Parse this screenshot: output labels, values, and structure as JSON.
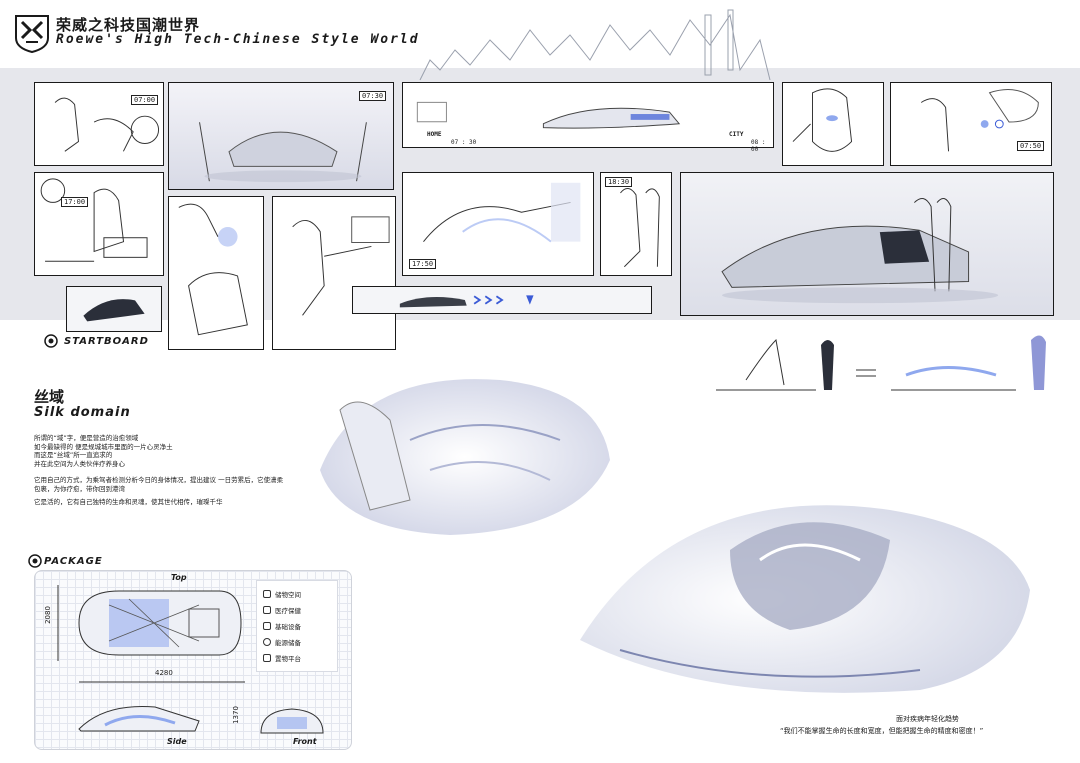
{
  "header": {
    "title_cn": "荣威之科技国潮世界",
    "title_en": "Roewe's High Tech-Chinese Style World"
  },
  "storyboard": {
    "label": "STARTBOARD",
    "time_tags": [
      "07:00",
      "07:30",
      "07:50",
      "17:00",
      "17:50",
      "18:30"
    ],
    "route_home": "HOME",
    "route_home_time": "07 : 30",
    "route_city": "CITY",
    "route_city_time": "08 : 00"
  },
  "section": {
    "title_cn": "丝域",
    "title_en": "Silk domain",
    "para1": [
      "所谓的“域”字，便是营造的治愈领域",
      "如今最缺得的 便是规城城市里面的一片心灵净土",
      "而这是“丝域”所一直追求的",
      "并在此空间为人类伙伴疗养身心"
    ],
    "para2": "它用自己的方式，为乘驾者检测分析今日的身体情况，提出建议 一日劳累后，它使潇柔包裹，为你疗愈，带你回到港湾",
    "para3": "它是活的，它有自己独特的生命和灵魂，使其世代相传，璀璨千华"
  },
  "package": {
    "title": "PACKAGE",
    "top_label": "Top",
    "side_label": "Side",
    "front_label": "Front",
    "dim_width": "2080",
    "dim_length": "4280",
    "dim_height": "1370",
    "legend": [
      "储物空间",
      "医疗保健",
      "基础设备",
      "能源储备",
      "置物平台"
    ]
  },
  "caption": {
    "line1": "面对疾病年轻化趋势",
    "line2": "“我们不能掌握生命的长度和宽度，但能把握生命的精度和密度！”"
  },
  "colors": {
    "accent": "#3b5bd6",
    "band": "#e6e7ec",
    "ink": "#1a1a1a"
  }
}
